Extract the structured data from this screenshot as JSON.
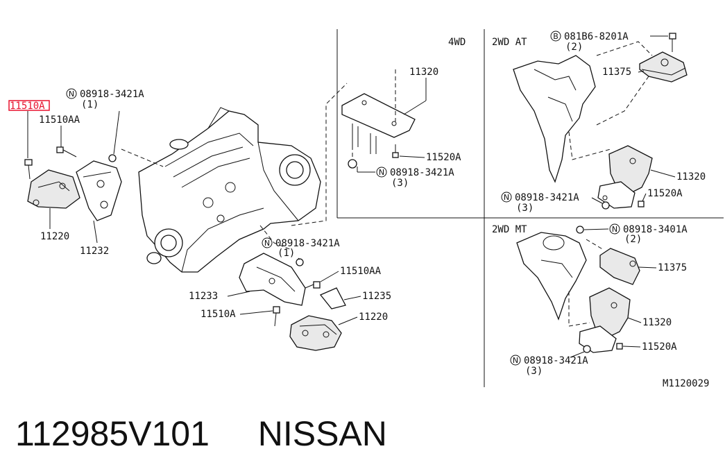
{
  "sections": {
    "fwd": "4WD",
    "at": "2WD AT",
    "mt": "2WD MT"
  },
  "labels": {
    "highlighted": "11510A",
    "main_11510AA": "11510AA",
    "main_n1_code": "08918-3421A",
    "main_n1_qty": "(1)",
    "main_11220a": "11220",
    "main_11232": "11232",
    "main_n2_code": "08918-3421A",
    "main_n2_qty": "(1)",
    "main_11510AA_b": "11510AA",
    "main_11233": "11233",
    "main_11235": "11235",
    "main_11510A": "11510A",
    "main_11220b": "11220",
    "fwd_11320": "11320",
    "fwd_11520A": "11520A",
    "fwd_n_code": "08918-3421A",
    "fwd_n_qty": "(3)",
    "at_b_code": "081B6-8201A",
    "at_b_qty": "(2)",
    "at_11375": "11375",
    "at_11320": "11320",
    "at_11520A": "11520A",
    "at_n_code": "08918-3421A",
    "at_n_qty": "(3)",
    "mt_n_code": "08918-3401A",
    "mt_n_qty": "(2)",
    "mt_11375": "11375",
    "mt_11320": "11320",
    "mt_11520A": "11520A",
    "mt_n2_code": "08918-3421A",
    "mt_n2_qty": "(3)",
    "diagram_id": "M1120029"
  },
  "symbols": {
    "nut": "N",
    "bolt": "B"
  },
  "caption": {
    "part_number": "112985V101",
    "brand": "NISSAN"
  },
  "colors": {
    "highlight": "#e8112d",
    "ink": "#111111"
  }
}
